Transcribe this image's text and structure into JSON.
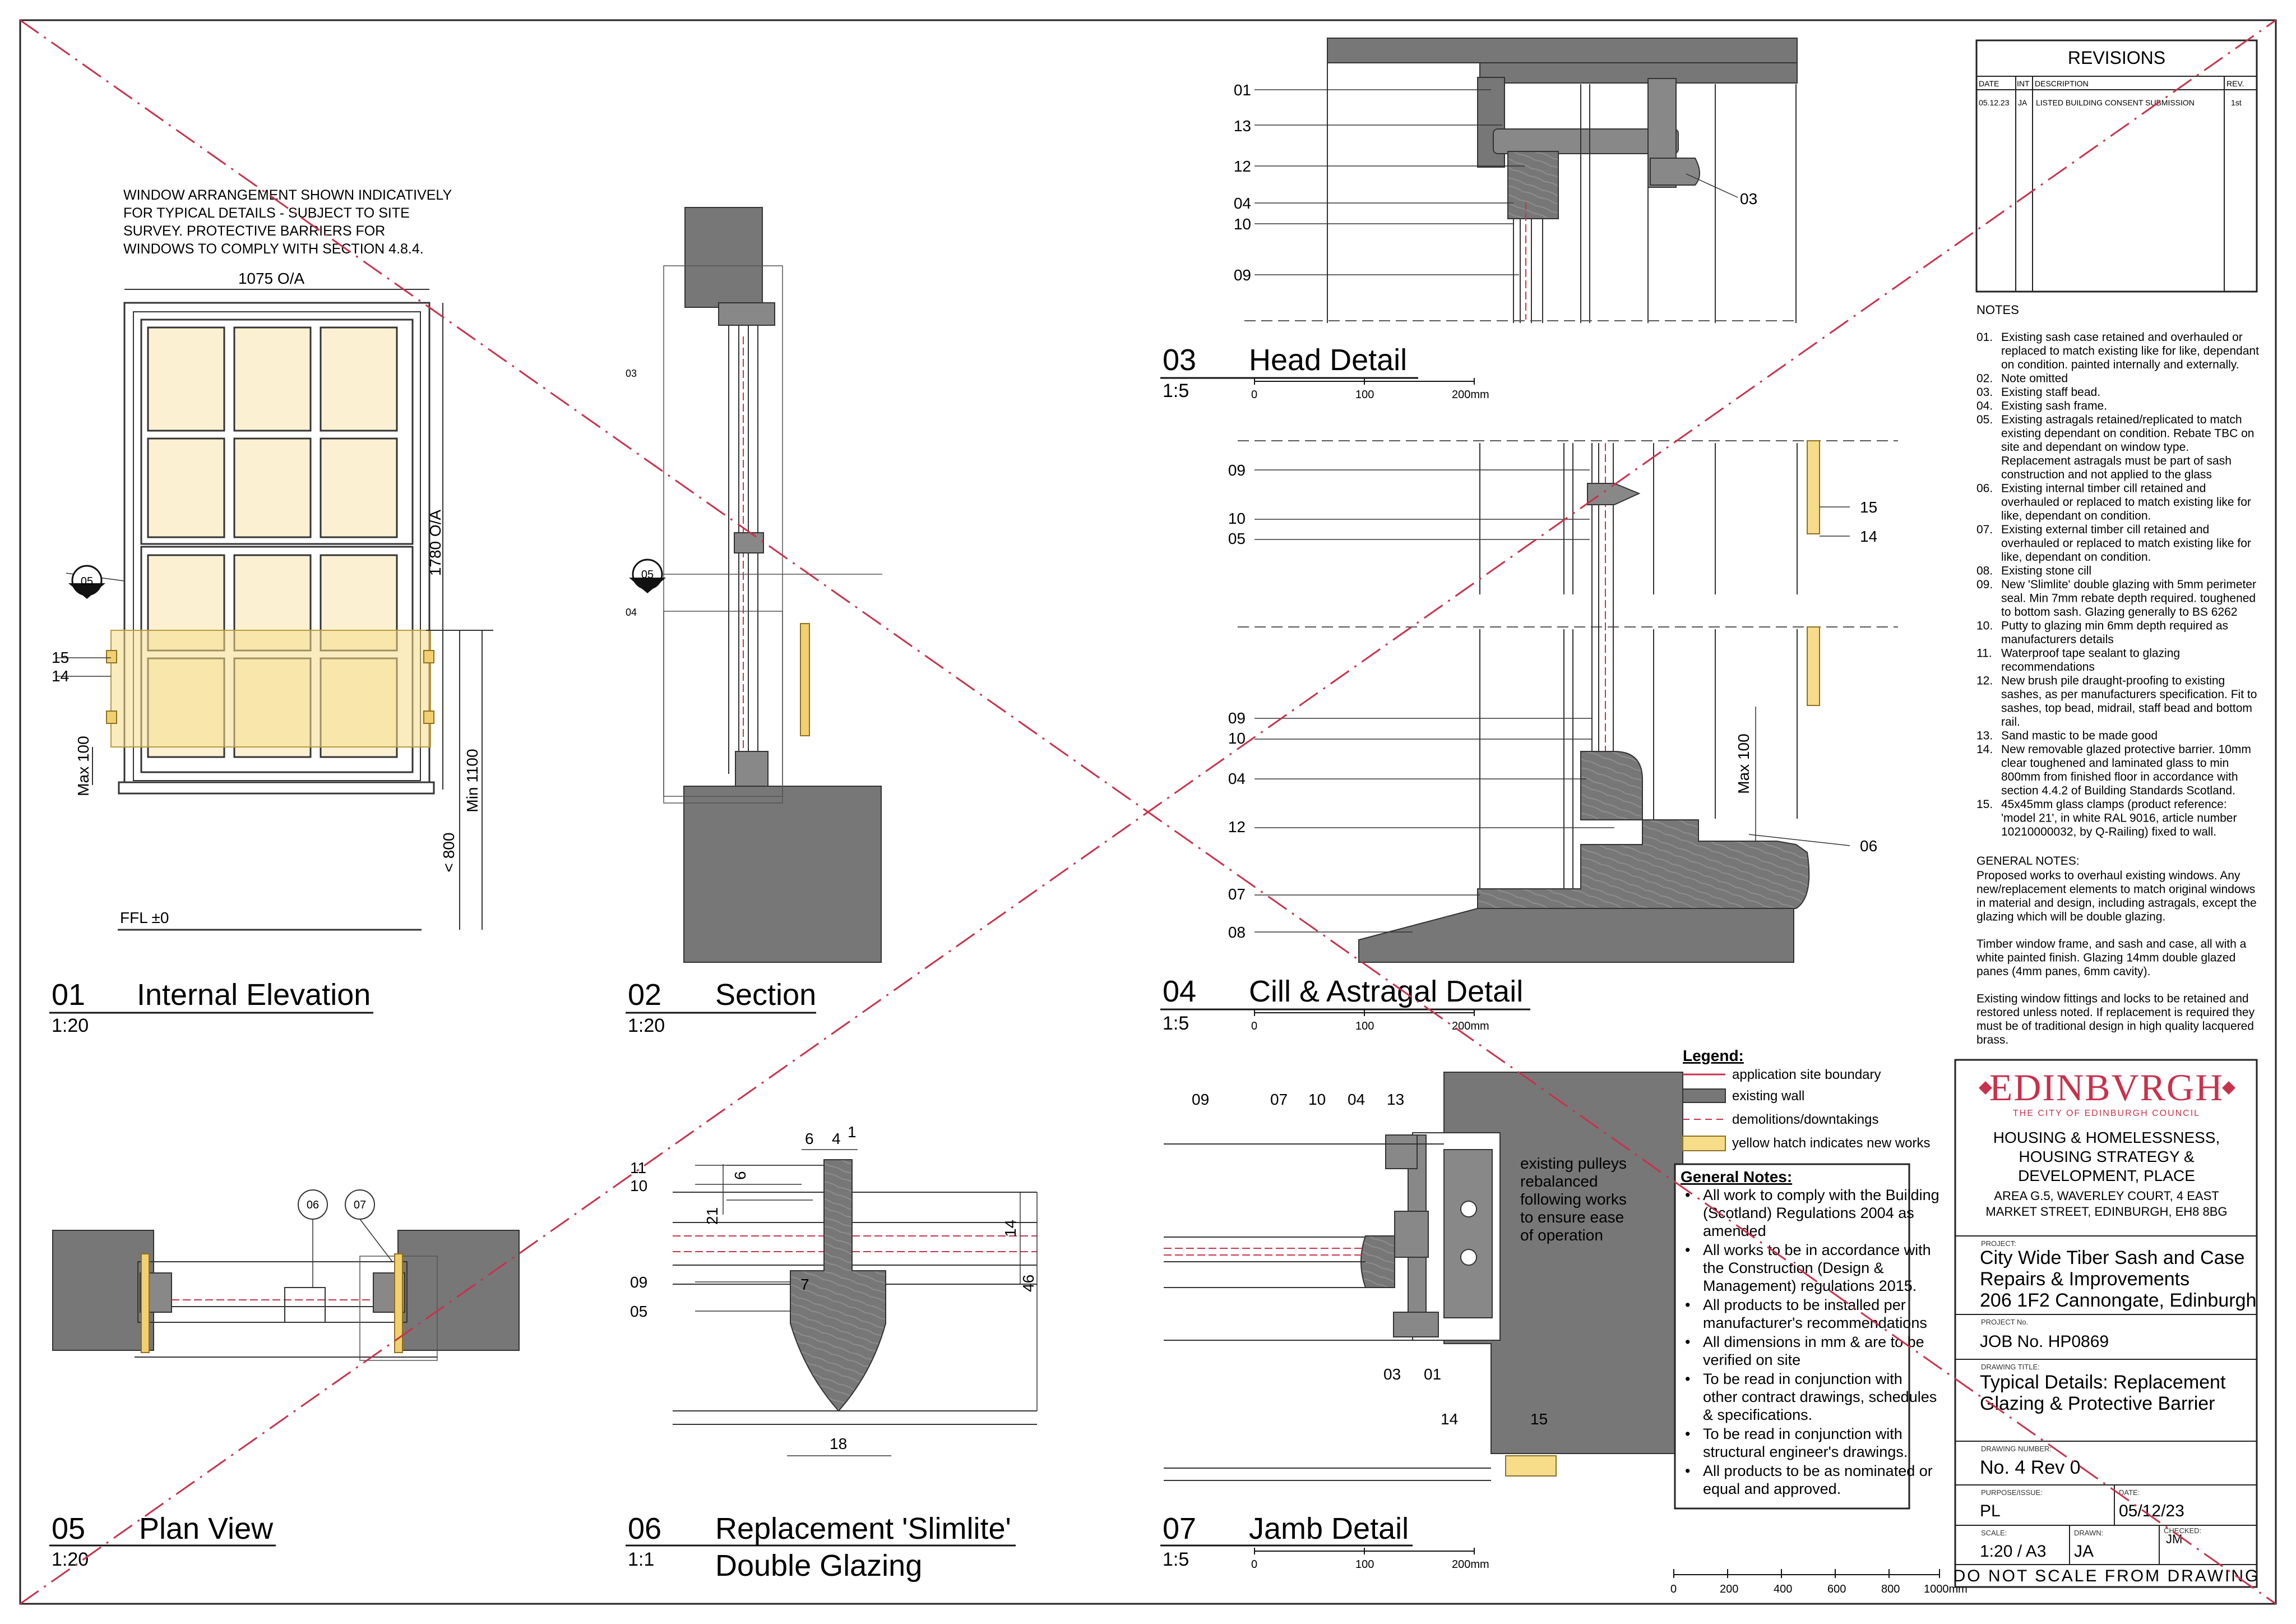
{
  "views": {
    "v01": {
      "num": "01",
      "title": "Internal Elevation",
      "scale": "1:20"
    },
    "v02": {
      "num": "02",
      "title": "Section",
      "scale": "1:20"
    },
    "v03": {
      "num": "03",
      "title": "Head Detail",
      "scale": "1:5"
    },
    "v04": {
      "num": "04",
      "title": "Cill & Astragal Detail",
      "scale": "1:5"
    },
    "v05": {
      "num": "05",
      "title": "Plan View",
      "scale": "1:20"
    },
    "v06": {
      "num": "06",
      "title": "Replacement 'Slimlite'",
      "title2": "Double Glazing",
      "scale": "1:1"
    },
    "v07": {
      "num": "07",
      "title": "Jamb Detail",
      "scale": "1:5"
    }
  },
  "scalebar5": [
    "0",
    "100",
    "200mm"
  ],
  "scalebar20": [
    "0",
    "200",
    "400",
    "600",
    "800",
    "1000mm"
  ],
  "elevation": {
    "note": [
      "WINDOW ARRANGEMENT SHOWN INDICATIVELY",
      "FOR TYPICAL DETAILS - SUBJECT TO SITE",
      "SURVEY. PROTECTIVE BARRIERS FOR",
      "WINDOWS TO COMPLY WITH SECTION 4.8.4."
    ],
    "width": "1075 O/A",
    "height": "1780 O/A",
    "max": "Max 100",
    "min": "Min 1100",
    "lt": "< 800",
    "ffl": "FFL ±0",
    "tag15": "15",
    "tag14": "14",
    "bubble": "05"
  },
  "section": {
    "tag03": "03",
    "tag04": "04",
    "bubble": "05"
  },
  "head": {
    "tags": [
      "01",
      "13",
      "12",
      "04",
      "10",
      "09"
    ],
    "tag03": "03"
  },
  "cill": {
    "tagsTop": [
      "09",
      "10",
      "05"
    ],
    "tagsR": [
      "15",
      "14"
    ],
    "tagsBot": [
      "09",
      "10",
      "04",
      "12",
      "07",
      "08"
    ],
    "tag06": "06",
    "max": "Max 100"
  },
  "plan": {
    "b06": "06",
    "b07": "07"
  },
  "glazing": {
    "tags": [
      "11",
      "10",
      "09",
      "05"
    ],
    "d6a": "6",
    "d4": "4",
    "d1": "1",
    "d6b": "6",
    "d21": "21",
    "d14": "14",
    "d46": "46",
    "d7": "7",
    "d18": "18"
  },
  "jamb": {
    "tagsTop": [
      "09",
      "07",
      "10",
      "04",
      "13"
    ],
    "tagsBot": [
      "03",
      "01"
    ],
    "t14": "14",
    "t15": "15",
    "note": [
      "existing pulleys",
      "rebalanced",
      "following works",
      "to ensure ease",
      "of operation"
    ]
  },
  "legend": {
    "title": "Legend:",
    "items": [
      "application site boundary",
      "existing wall",
      "demolitions/downtakings",
      "yellow hatch indicates new works"
    ]
  },
  "genNotes": {
    "title": "General Notes:",
    "items": [
      [
        "All work to comply with the Building",
        "(Scotland) Regulations 2004 as",
        "amended"
      ],
      [
        "All works to be in accordance with",
        "the Construction (Design &",
        "Management) regulations 2015."
      ],
      [
        "All products to be installed per",
        "manufacturer's recommendations"
      ],
      [
        "All dimensions in mm & are to be",
        "verified on site"
      ],
      [
        "To be read in conjunction with",
        "other contract drawings, schedules",
        "& specifications."
      ],
      [
        "To be read in conjunction with",
        "structural engineer's drawings."
      ],
      [
        "All products to be as nominated or",
        "equal and approved."
      ]
    ]
  },
  "revisions": {
    "title": "REVISIONS",
    "headers": [
      "DATE",
      "INT",
      "DESCRIPTION",
      "REV."
    ],
    "rows": [
      [
        "05.12.23",
        "JA",
        "LISTED BUILDING CONSENT SUBMISSION",
        "1st"
      ]
    ]
  },
  "notes": {
    "title": "NOTES",
    "items": [
      [
        "01.",
        "Existing sash case retained and overhauled or",
        "replaced to match existing like for like, dependant",
        "on condition. painted internally and externally."
      ],
      [
        "02.",
        "Note omitted"
      ],
      [
        "03.",
        "Existing staff bead."
      ],
      [
        "04.",
        "Existing sash frame."
      ],
      [
        "05.",
        "Existing astragals retained/replicated to match",
        "existing dependant on condition. Rebate TBC on",
        "site and dependant on window type.",
        "Replacement astragals must be part of sash",
        "construction and not applied to the glass"
      ],
      [
        "06.",
        "Existing internal timber cill retained and",
        "overhauled or replaced to match existing like for",
        "like, dependant on condition."
      ],
      [
        "07.",
        "Existing external timber cill retained and",
        "overhauled or replaced to match existing like for",
        "like, dependant on condition."
      ],
      [
        "08.",
        "Existing stone cill"
      ],
      [
        "09.",
        "New 'Slimlite' double glazing with 5mm perimeter",
        "seal. Min 7mm rebate depth required. toughened",
        "to bottom sash. Glazing generally to BS 6262"
      ],
      [
        "10.",
        "Putty to glazing min 6mm depth required as",
        "manufacturers details"
      ],
      [
        "11.",
        "Waterproof tape sealant to glazing",
        "recommendations"
      ],
      [
        "12.",
        "New brush pile draught-proofing to existing",
        "sashes, as per manufacturers specification. Fit to",
        "sashes, top bead, midrail, staff bead and bottom",
        "rail."
      ],
      [
        "13.",
        "Sand mastic to be made good"
      ],
      [
        "14.",
        "New removable glazed protective barrier. 10mm",
        "clear toughened and laminated glass to min",
        "800mm from finished floor in accordance with",
        "section 4.4.2 of Building Standards Scotland."
      ],
      [
        "15.",
        "45x45mm glass clamps (product reference:",
        "'model 21', in white RAL 9016, article number",
        "10210000032, by Q-Railing) fixed to wall."
      ]
    ]
  },
  "generalNotes": {
    "title": "GENERAL NOTES:",
    "paras": [
      [
        "Proposed works to overhaul existing windows. Any",
        "new/replacement elements to match original windows",
        "in material and design, including astragals, except the",
        "glazing which will be double glazing."
      ],
      [
        "Timber window frame, and sash and case, all with a",
        "white painted finish. Glazing 14mm double glazed",
        "panes (4mm panes, 6mm cavity)."
      ],
      [
        "Existing window fittings and locks to be retained and",
        "restored unless noted. If replacement is required they",
        "must be of traditional design in high quality lacquered",
        "brass."
      ]
    ]
  },
  "titleblock": {
    "logo": "EDINBVRGH",
    "logoSub": "THE CITY OF EDINBURGH COUNCIL",
    "dept": [
      "HOUSING & HOMELESSNESS,",
      "HOUSING STRATEGY &",
      "DEVELOPMENT, PLACE"
    ],
    "address": [
      "AREA G.5, WAVERLEY COURT, 4 EAST",
      "MARKET STREET, EDINBURGH, EH8 8BG"
    ],
    "projectLabel": "PROJECT:",
    "project": [
      "City Wide Tiber Sash and Case",
      "Repairs & Improvements",
      "206 1F2 Cannongate, Edinburgh"
    ],
    "projNoLabel": "PROJECT No.",
    "projNo": "JOB No. HP0869",
    "drawingTitleLabel": "DRAWING TITLE:",
    "drawingTitle": [
      "Typical Details: Replacement",
      "Glazing & Protective Barrier"
    ],
    "drawingNoLabel": "DRAWING NUMBER:",
    "drawingNo": "No. 4 Rev 0",
    "purposeLabel": "PURPOSE/ISSUE:",
    "purpose": "PL",
    "dateLabel": "DATE:",
    "date": "05/12/23",
    "scaleLabel": "SCALE:",
    "scale": "1:20    / A3",
    "drawnLabel": "DRAWN:",
    "drawn": "JA",
    "checkedLabel": "CHECKED:",
    "checked": "JM",
    "footer": "DO NOT SCALE FROM DRAWING"
  },
  "colors": {
    "wall": "#7a7a7a",
    "boundary": "#c8324c",
    "glass": "#fbf1d2",
    "barrier": "#f7dc8a"
  }
}
